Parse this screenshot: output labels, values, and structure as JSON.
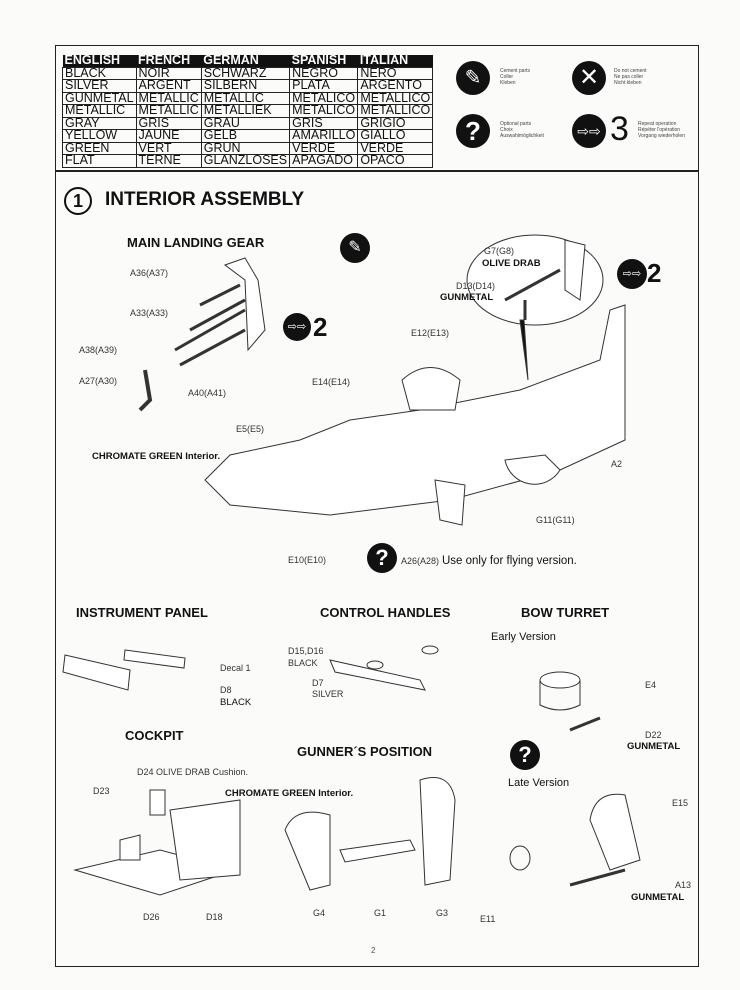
{
  "color_table": {
    "headers": [
      "ENGLISH",
      "FRENCH",
      "GERMAN",
      "SPANISH",
      "ITALIAN"
    ],
    "rows": [
      [
        "BLACK",
        "NOIR",
        "SCHWARZ",
        "NEGRO",
        "NERO"
      ],
      [
        "SILVER",
        "ARGENT",
        "SILBERN",
        "PLATA",
        "ARGENTO"
      ],
      [
        "GUNMETAL",
        "METALLIC",
        "METALLIC",
        "METALICO",
        "METALLICO"
      ],
      [
        "METALLIC",
        "METALLIC",
        "METALLIEK",
        "METALICO",
        "METALLICO"
      ],
      [
        "GRAY",
        "GRIS",
        "GRAU",
        "GRIS",
        "GRIGIO"
      ],
      [
        "YELLOW",
        "JAUNE",
        "GELB",
        "AMARILLO",
        "GIALLO"
      ],
      [
        "GREEN",
        "VERT",
        "GRUN",
        "VERDE",
        "VERDE"
      ],
      [
        "FLAT",
        "TERNE",
        "GLANZLOSES",
        "APAGADO",
        "OPACO"
      ]
    ]
  },
  "legend": {
    "cement": [
      "Cement parts",
      "Coller",
      "Kleben"
    ],
    "no_cement": [
      "Do not cement",
      "Ne pas coller",
      "Nicht kleben"
    ],
    "optional": [
      "Optional parts",
      "Choix",
      "Auswahlmöglichkeit"
    ],
    "repeat": [
      "Repeat operation",
      "Répéter l'opération",
      "Vorgang wiederholen"
    ],
    "repeat_number": "3"
  },
  "step": {
    "number": "1",
    "title": "INTERIOR ASSEMBLY"
  },
  "main": {
    "landing_gear_title": "MAIN LANDING GEAR",
    "labels": {
      "a36": "A36(A37)",
      "a33": "A33(A33)",
      "a38": "A38(A39)",
      "a27": "A27(A30)",
      "a40": "A40(A41)",
      "e14": "E14(E14)",
      "e5": "E5(E5)",
      "e12": "E12(E13)",
      "g7": "G7(G8)",
      "olive": "OLIVE DRAB",
      "d13": "D13(D14)",
      "gunmetal": "GUNMETAL",
      "a2": "A2",
      "g11": "G11(G11)",
      "e10": "E10(E10)",
      "a26": "A26(A28)"
    },
    "chromate": "CHROMATE GREEN Interior.",
    "flying_note": "Use only for flying version.",
    "repeat_count": "2"
  },
  "instrument": {
    "title": "INSTRUMENT PANEL",
    "decal": "Decal 1",
    "d8": "D8",
    "black": "BLACK"
  },
  "handles": {
    "title": "CONTROL HANDLES",
    "d15": "D15,D16",
    "black": "BLACK",
    "d7": "D7",
    "silver": "SILVER"
  },
  "turret": {
    "title": "BOW TURRET",
    "early": "Early Version",
    "e4": "E4",
    "d22": "D22",
    "gunmetal": "GUNMETAL",
    "late": "Late Version",
    "e15": "E15",
    "a13": "A13",
    "gunmetal2": "GUNMETAL",
    "e11": "E11"
  },
  "cockpit": {
    "title": "COCKPIT",
    "d24": "D24 OLIVE DRAB Cushion.",
    "d23": "D23",
    "d26": "D26",
    "d18": "D18"
  },
  "gunner": {
    "title": "GUNNER´S POSITION",
    "chromate": "CHROMATE GREEN Interior.",
    "g4": "G4",
    "g1": "G1",
    "g3": "G3"
  },
  "page_number": "2"
}
